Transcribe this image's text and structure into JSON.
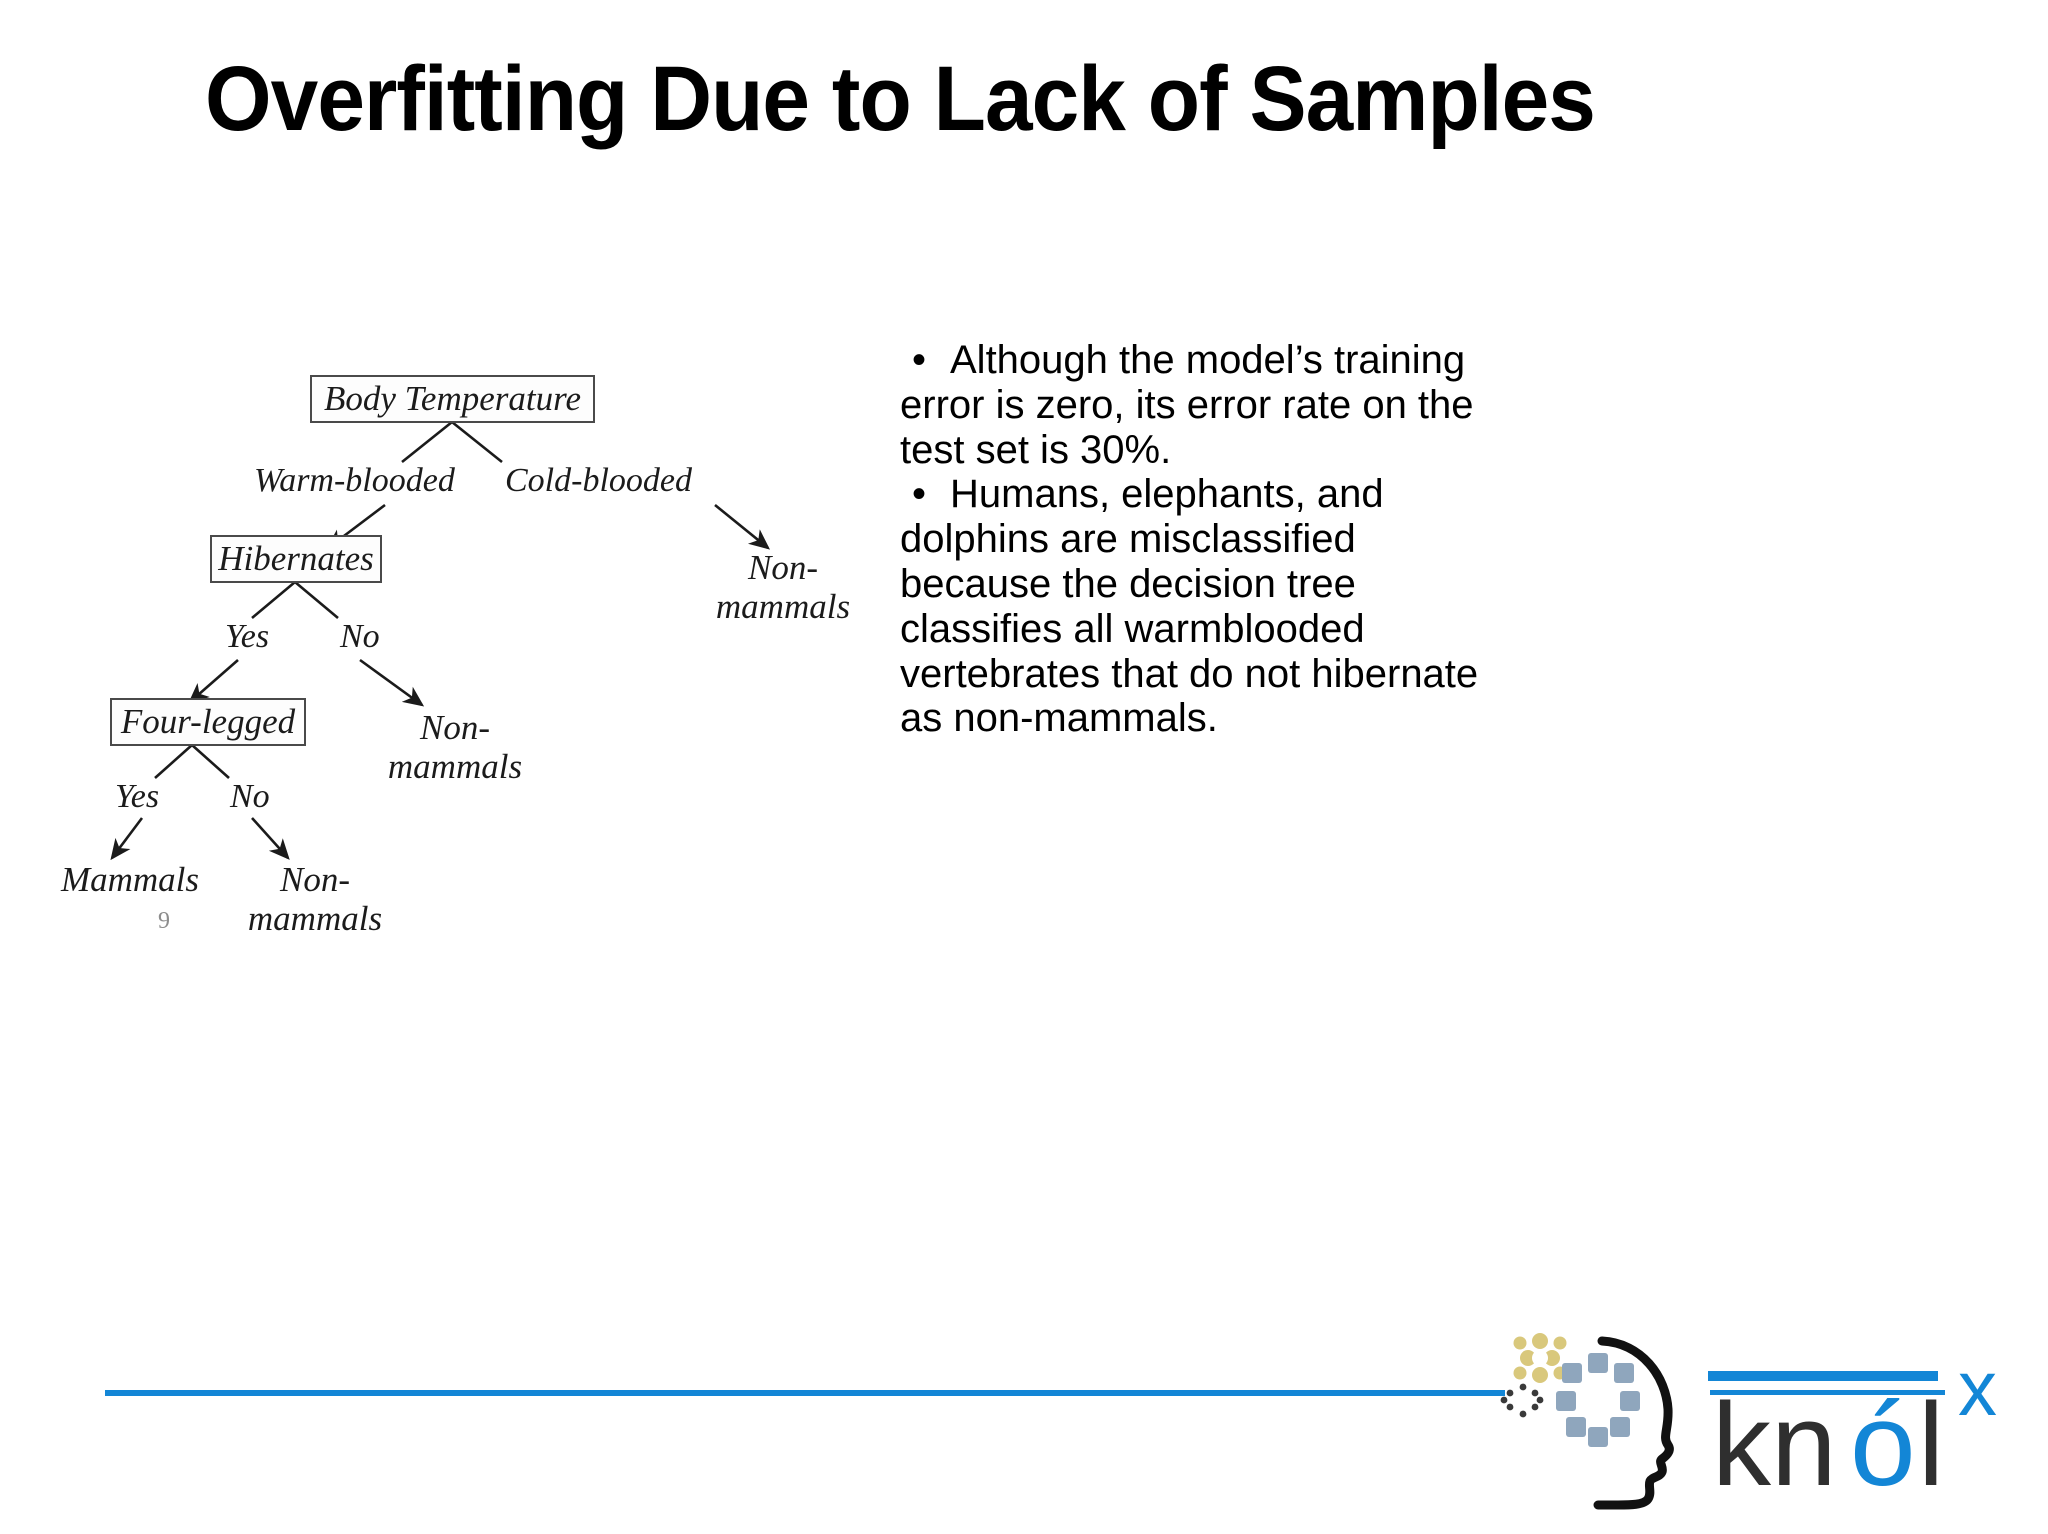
{
  "slide": {
    "title": "Overfitting Due to Lack of Samples",
    "page_number": "9"
  },
  "bullets": [
    {
      "marker": "•",
      "text": "Although the model’s training error is zero, its error rate on the test set is 30%."
    },
    {
      "marker": "•",
      "text": "Humans, elephants, and dolphins are misclassified because the decision tree classifies all warmblooded vertebrates that do not hibernate as non-mammals."
    }
  ],
  "tree": {
    "nodes": [
      {
        "id": "body-temperature",
        "label": "Body Temperature"
      },
      {
        "id": "hibernates",
        "label": "Hibernates"
      },
      {
        "id": "four-legged",
        "label": "Four-legged"
      }
    ],
    "edge_labels": [
      {
        "id": "warm-blooded",
        "label": "Warm-blooded"
      },
      {
        "id": "cold-blooded",
        "label": "Cold-blooded"
      },
      {
        "id": "hibernates-yes",
        "label": "Yes"
      },
      {
        "id": "hibernates-no",
        "label": "No"
      },
      {
        "id": "four-legged-yes",
        "label": "Yes"
      },
      {
        "id": "four-legged-no",
        "label": "No"
      }
    ],
    "leaves": [
      {
        "id": "leaf-cold-nonmammals",
        "line1": "Non-",
        "line2": "mammals"
      },
      {
        "id": "leaf-nohibernate-nonmammals",
        "line1": "Non-",
        "line2": "mammals"
      },
      {
        "id": "leaf-mammals",
        "line1": "Mammals",
        "line2": ""
      },
      {
        "id": "leaf-notfourlegged-nonmammals",
        "line1": "Non-",
        "line2": "mammals"
      }
    ]
  },
  "brand": {
    "name_dark_1": "kn",
    "name_accent": "ó",
    "name_dark_2": "l",
    "superscript": "x",
    "accent_color": "#1386d6",
    "dark_color": "#2f2f2f",
    "gear_gold_color": "#d9c87c",
    "gear_blue_color": "#8fa6bd"
  }
}
